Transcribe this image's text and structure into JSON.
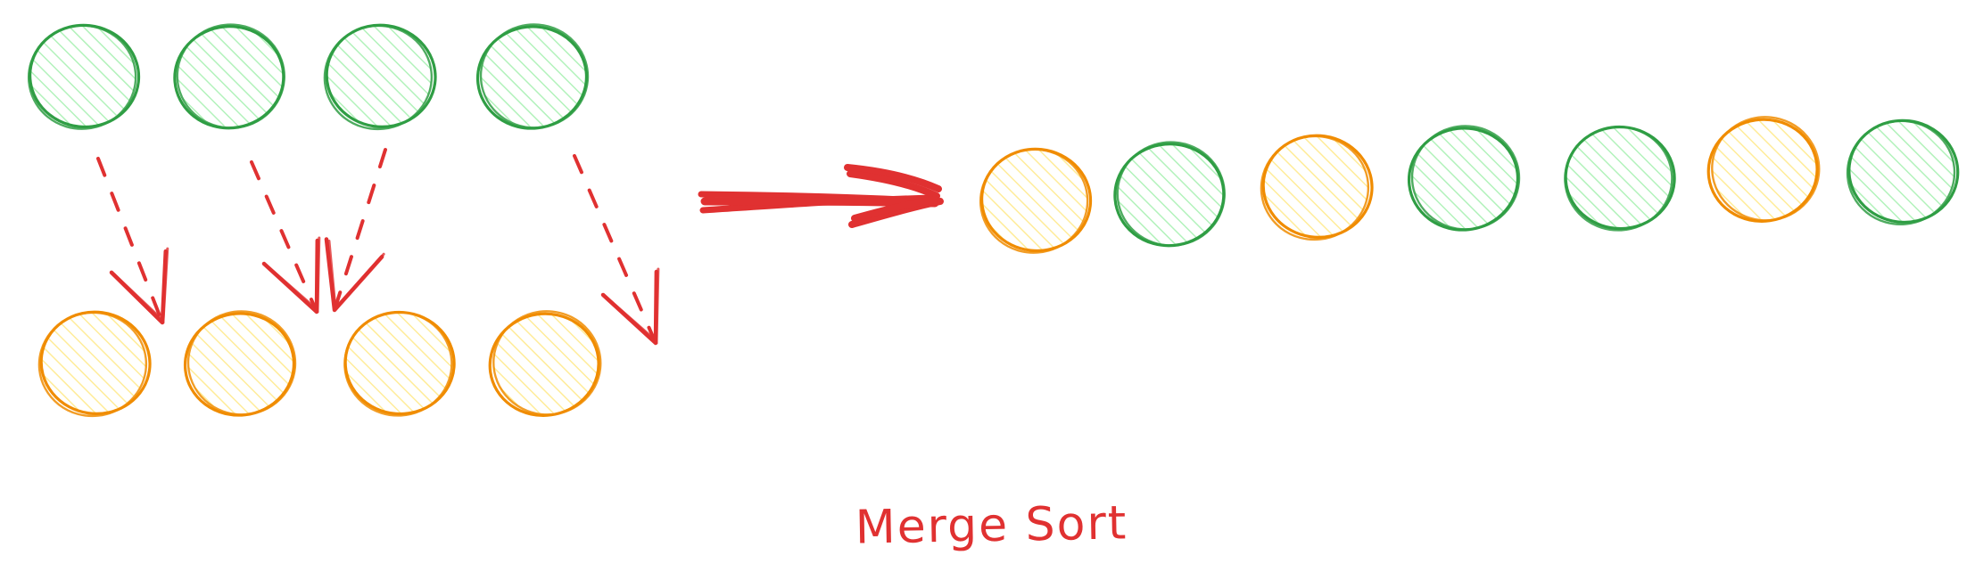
{
  "caption": "Merge Sort",
  "colors": {
    "green_stroke": "#2f9e44",
    "green_fill": "#b2f2bb",
    "orange_stroke": "#f08c00",
    "orange_fill": "#ffec99",
    "arrow": "#e03131",
    "caption": "#e03131"
  },
  "groups": {
    "top_row": [
      "green",
      "green",
      "green",
      "green"
    ],
    "bottom_row": [
      "orange",
      "orange",
      "orange",
      "orange"
    ],
    "result_row": [
      "orange",
      "green",
      "orange",
      "green",
      "green",
      "orange",
      "green"
    ]
  },
  "connectors": [
    {
      "from": 0,
      "to": 0,
      "style": "dashed"
    },
    {
      "from": 1,
      "to": 1,
      "style": "dashed"
    },
    {
      "from": 2,
      "to": 1,
      "style": "dashed"
    },
    {
      "from": 3,
      "to": 3,
      "style": "dashed"
    }
  ],
  "icons": {
    "big_arrow": "arrow-right-icon"
  }
}
